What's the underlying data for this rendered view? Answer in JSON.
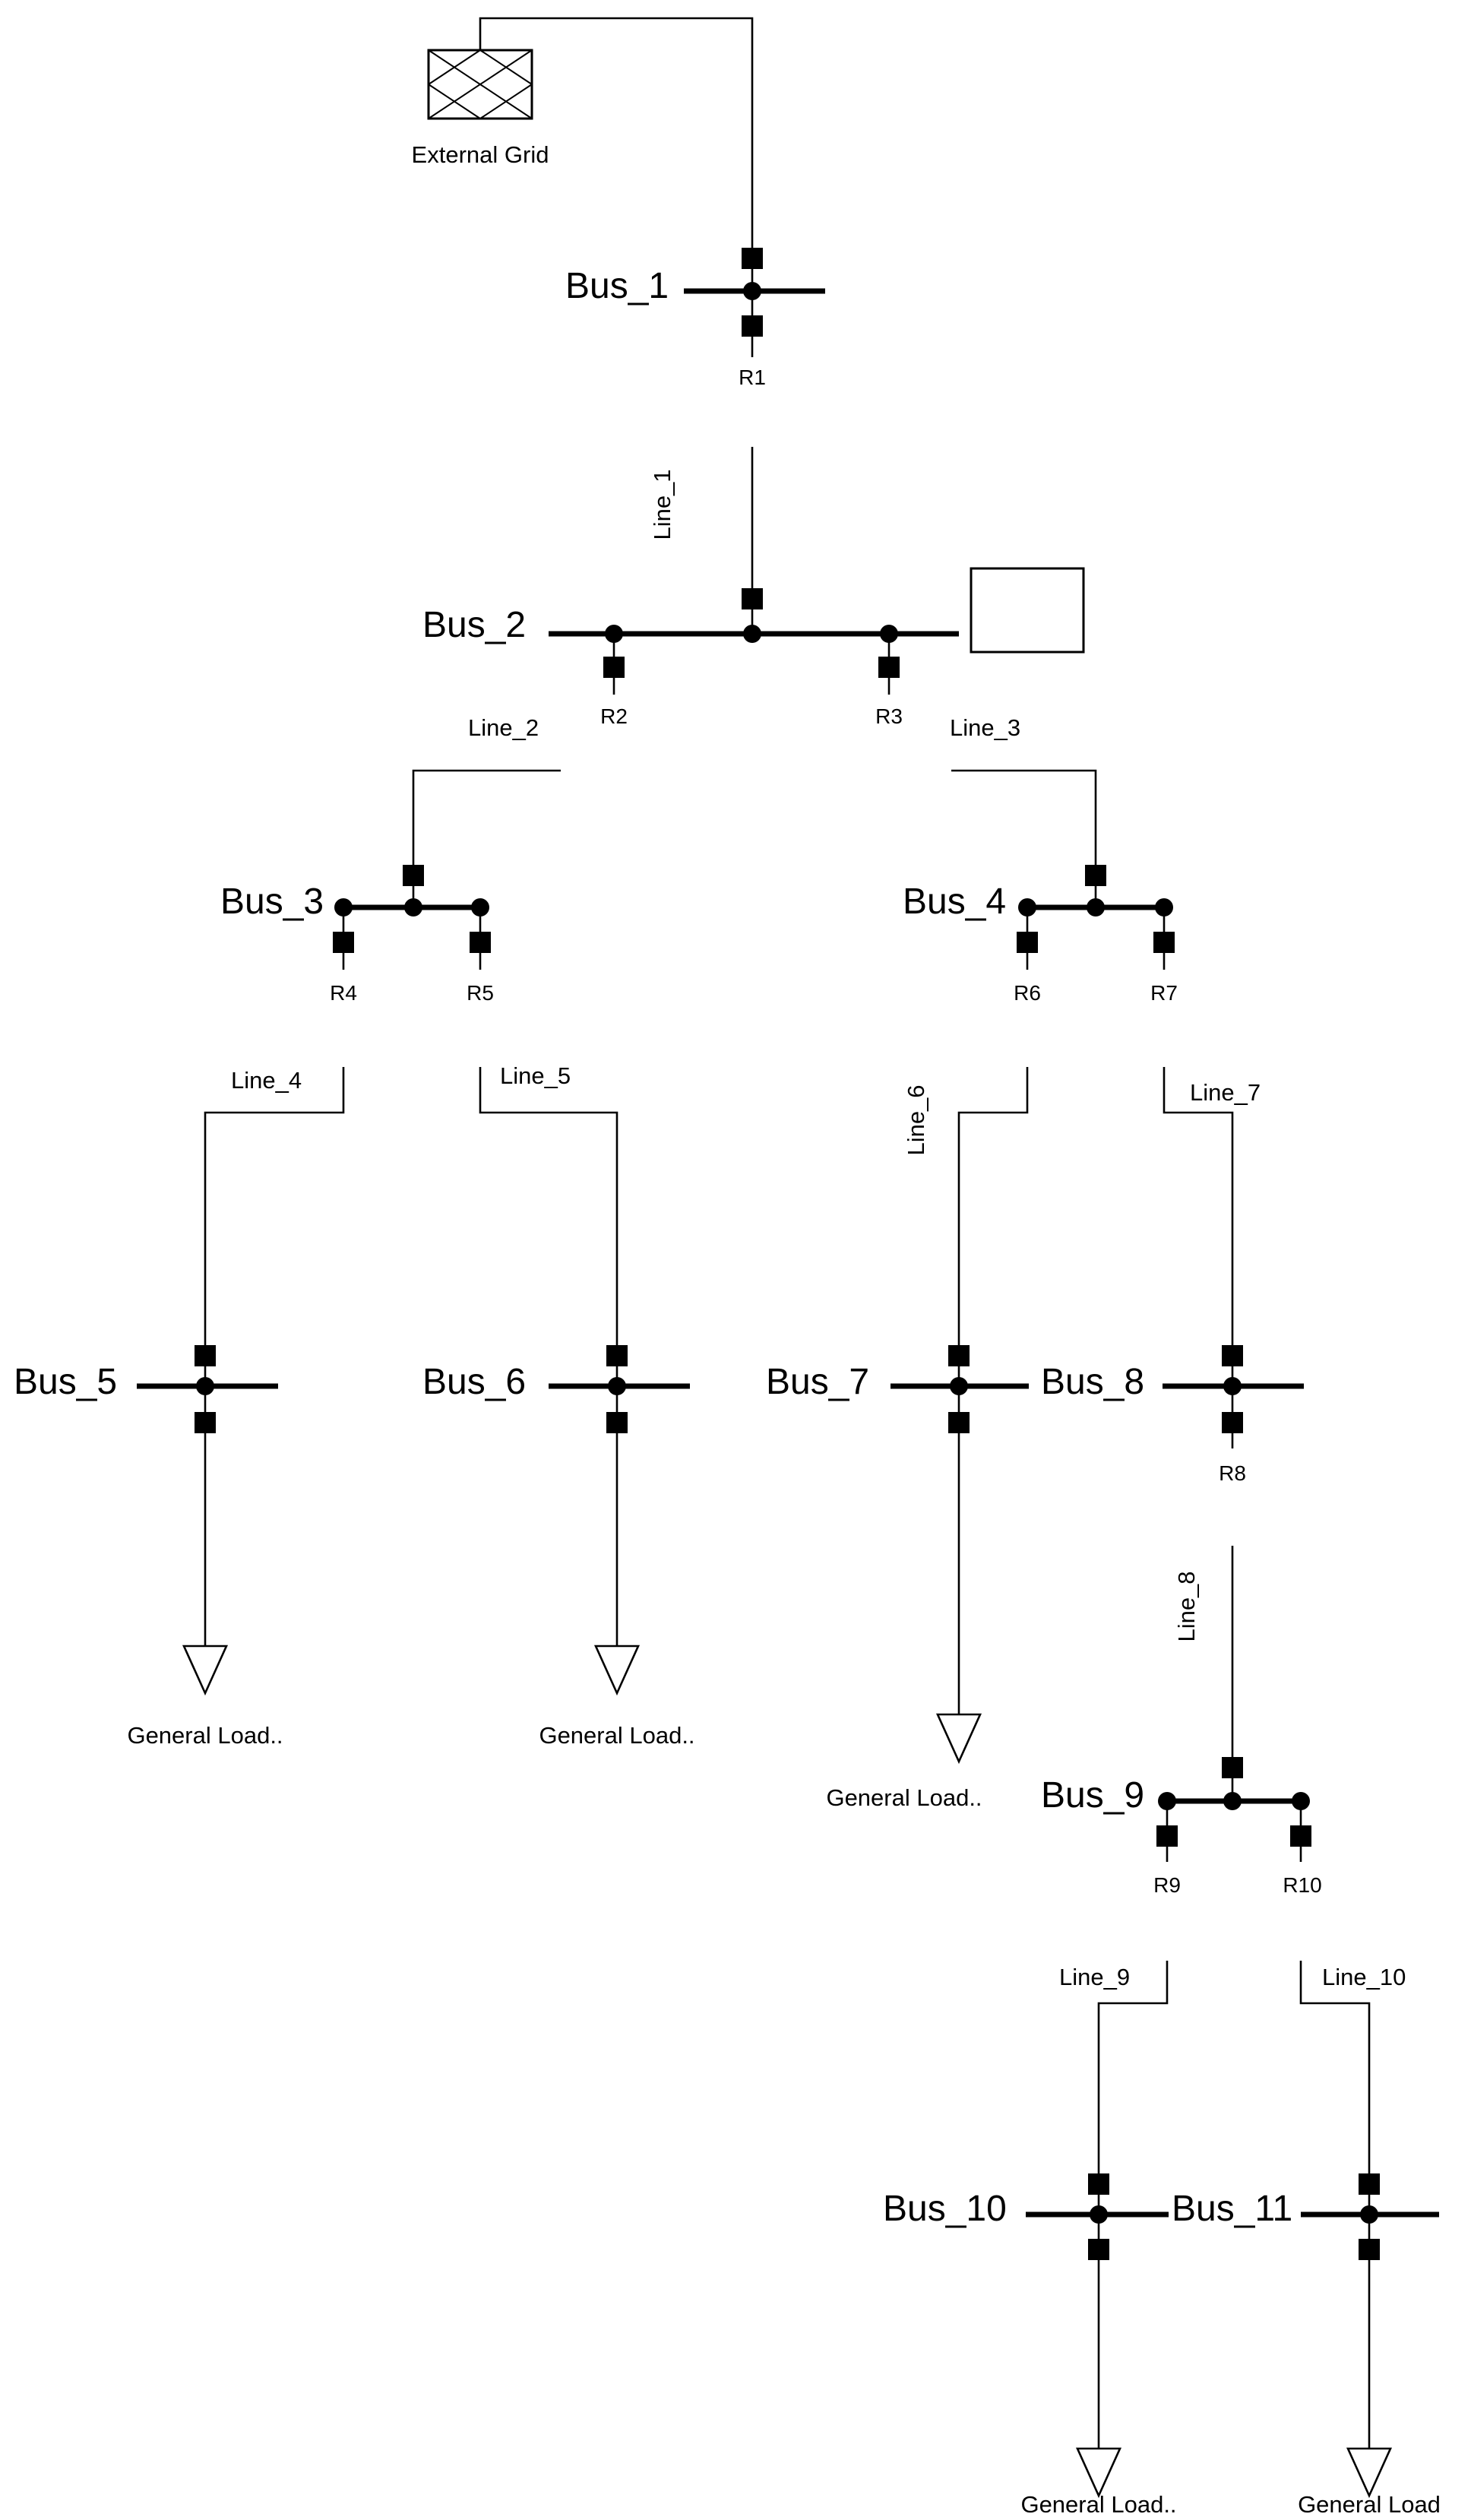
{
  "external_grid": {
    "label": "External Grid"
  },
  "buses": {
    "bus_1": "Bus_1",
    "bus_2": "Bus_2",
    "bus_3": "Bus_3",
    "bus_4": "Bus_4",
    "bus_5": "Bus_5",
    "bus_6": "Bus_6",
    "bus_7": "Bus_7",
    "bus_8": "Bus_8",
    "bus_9": "Bus_9",
    "bus_10": "Bus_10",
    "bus_11": "Bus_11"
  },
  "lines": {
    "line_1": "Line_1",
    "line_2": "Line_2",
    "line_3": "Line_3",
    "line_4": "Line_4",
    "line_5": "Line_5",
    "line_6": "Line_6",
    "line_7": "Line_7",
    "line_8": "Line_8",
    "line_9": "Line_9",
    "line_10": "Line_10"
  },
  "relays": {
    "r1": "R1",
    "r2": "R2",
    "r3": "R3",
    "r4": "R4",
    "r5": "R5",
    "r6": "R6",
    "r7": "R7",
    "r8": "R8",
    "r9": "R9",
    "r10": "R10"
  },
  "loads": {
    "load_bus5": "General Load..",
    "load_bus6": "General Load..",
    "load_bus7": "General Load..",
    "load_bus10": "General Load..",
    "load_bus11": "General Load"
  }
}
